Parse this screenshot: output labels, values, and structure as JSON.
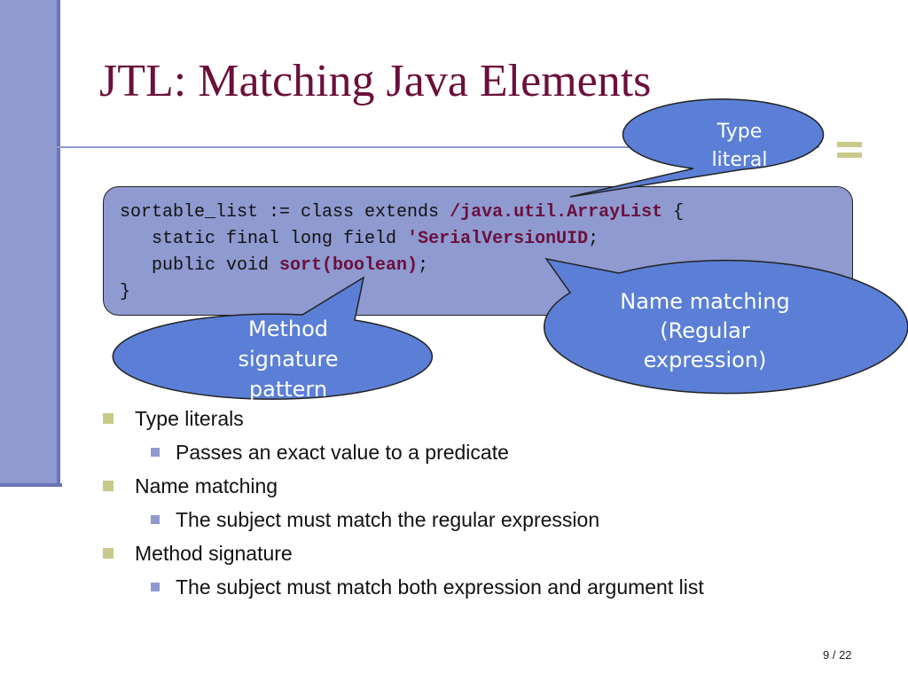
{
  "slide": {
    "title": "JTL: Matching Java Elements",
    "page_number": "9 / 22"
  },
  "code": {
    "line1_prefix": "sortable_list := class extends ",
    "line1_highlight": "/java.util.ArrayList",
    "line1_suffix": " {",
    "line2_prefix": "   static final long field ",
    "line2_highlight": "'SerialVersionUID",
    "line2_suffix": ";",
    "line3_prefix": "   public void ",
    "line3_highlight": "sort(boolean)",
    "line3_suffix": ";",
    "line4": "}"
  },
  "callouts": {
    "type_literal": {
      "line1": "Type",
      "line2": "literal"
    },
    "name_matching": {
      "line1": "Name matching",
      "line2": "(Regular",
      "line3": "expression)"
    },
    "method_signature": {
      "line1": "Method",
      "line2": "signature",
      "line3": "pattern"
    }
  },
  "bullets": {
    "item1": "Type literals",
    "item1_sub": "Passes an exact value to a predicate",
    "item2": "Name matching",
    "item2_sub": "The subject must match the regular expression",
    "item3": "Method signature",
    "item3_sub": "The subject must match both expression and argument list"
  },
  "colors": {
    "title": "#6b0f3b",
    "accent_blue": "#8f9ad0",
    "callout_fill": "#5b7fd6",
    "bullet_olive": "#c9c98a"
  }
}
